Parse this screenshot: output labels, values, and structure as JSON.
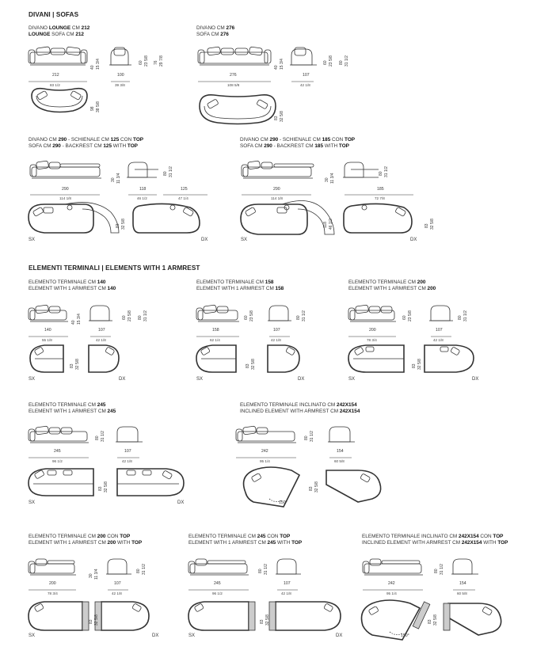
{
  "sections": {
    "sofas": "DIVANI | SOFAS",
    "one_arm": "ELEMENTI TERMINALI | ELEMENTS WITH 1 ARMREST"
  },
  "blocks": {
    "b1": {
      "l1a": "DIVANO ",
      "l1b": "LOUNGE",
      "l1c": " CM ",
      "l1d": "212",
      "l2a": "LOUNGE",
      "l2b": " SOFA CM ",
      "l2c": "212"
    },
    "b2": {
      "l1a": "DIVANO CM ",
      "l1b": "276",
      "l2a": "SOFA CM ",
      "l2b": "276"
    },
    "b3": {
      "l1a": "DIVANO CM ",
      "l1b": "290",
      "l1c": " - SCHIENALE CM ",
      "l1d": "125",
      "l1e": " CON ",
      "l1f": "TOP",
      "l2a": "SOFA CM ",
      "l2b": "290",
      "l2c": " - BACKREST CM ",
      "l2d": "125",
      "l2e": " WITH ",
      "l2f": "TOP"
    },
    "b4": {
      "l1a": "DIVANO CM ",
      "l1b": "290",
      "l1c": " - SCHIENALE CM ",
      "l1d": "185",
      "l1e": " CON ",
      "l1f": "TOP",
      "l2a": "SOFA CM ",
      "l2b": "290",
      "l2c": " - BACKREST CM ",
      "l2d": "185",
      "l2e": " WITH ",
      "l2f": "TOP"
    },
    "b5": {
      "l1a": "ELEMENTO TERMINALE CM ",
      "l1b": "140",
      "l2a": "ELEMENT WITH 1 ARMREST CM ",
      "l2b": "140"
    },
    "b6": {
      "l1a": "ELEMENTO TERMINALE CM ",
      "l1b": "158",
      "l2a": "ELEMENT WITH 1 ARMREST CM ",
      "l2b": "158"
    },
    "b7": {
      "l1a": "ELEMENTO TERMINALE CM ",
      "l1b": "200",
      "l2a": "ELEMENT WITH 1 ARMREST CM ",
      "l2b": "200"
    },
    "b8": {
      "l1a": "ELEMENTO TERMINALE CM ",
      "l1b": "245",
      "l2a": "ELEMENT WITH 1 ARMREST CM ",
      "l2b": "245"
    },
    "b9": {
      "l1a": "ELEMENTO TERMINALE INCLINATO CM ",
      "l1b": "242X154",
      "l2a": "INCLINED ELEMENT WITH ARMREST CM ",
      "l2b": "242X154"
    },
    "b10": {
      "l1a": "ELEMENTO TERMINALE CM ",
      "l1b": "200",
      "l1c": " CON ",
      "l1d": "TOP",
      "l2a": "ELEMENT WITH 1 ARMREST CM ",
      "l2b": "200",
      "l2c": " WITH ",
      "l2d": "TOP"
    },
    "b11": {
      "l1a": "ELEMENTO TERMINALE CM ",
      "l1b": "245",
      "l1c": " CON ",
      "l1d": "TOP",
      "l2a": "ELEMENT WITH 1 ARMREST CM ",
      "l2b": "245",
      "l2c": " WITH ",
      "l2d": "TOP"
    },
    "b12": {
      "l1a": "ELEMENTO TERMINALE INCLINATO CM ",
      "l1b": "242X154",
      "l1c": " CON ",
      "l1d": "TOP",
      "l2a": "INCLINED ELEMENT WITH ARMREST CM ",
      "l2b": "242X154",
      "l2c": " WITH ",
      "l2d": "TOP"
    }
  },
  "dims": {
    "b1": {
      "w": "212",
      "wi": "83 1/2",
      "d": "100",
      "di": "39 3/8",
      "h1": "40",
      "h1i": "15 3/4",
      "h2": "60",
      "h2i": "23 5/8",
      "h3": "76",
      "h3i": "29 7/8",
      "pd": "98",
      "pdi": "38 5/8"
    },
    "b2": {
      "w": "276",
      "wi": "108 5/8",
      "d": "107",
      "di": "42 1/8",
      "h1": "40",
      "h1i": "15 3/4",
      "h2": "60",
      "h2i": "23 5/8",
      "h3": "80",
      "h3i": "31 1/2",
      "pd": "83",
      "pdi": "32 5/8"
    },
    "b3": {
      "w": "290",
      "wi": "114 1/8",
      "d": "118",
      "di": "46 1/2",
      "d2": "125",
      "d2i": "47 1/4",
      "h1": "30",
      "h1i": "11 3/4",
      "h2": "80",
      "h2i": "31 1/2",
      "pd": "83",
      "pdi": "32 5/8"
    },
    "b4": {
      "w": "290",
      "wi": "114 1/8",
      "d": "185",
      "di": "72 7/8",
      "h1": "30",
      "h1i": "11 3/4",
      "h2": "80",
      "h2i": "31 1/2",
      "pd": "118",
      "pdi": "46 1/2",
      "pd2": "83",
      "pd2i": "32 5/8"
    },
    "b5": {
      "w": "140",
      "wi": "55 1/8",
      "d": "107",
      "di": "42 1/8",
      "h1": "40",
      "h1i": "15 3/4",
      "h2": "60",
      "h2i": "23 5/8",
      "h3": "80",
      "h3i": "31 1/2",
      "pd": "83",
      "pdi": "32 5/8"
    },
    "b6": {
      "w": "158",
      "wi": "62 1/4",
      "d": "107",
      "di": "42 1/8",
      "h2": "60",
      "h2i": "23 5/8",
      "h3": "80",
      "h3i": "31 1/2",
      "pd": "83",
      "pdi": "32 5/8"
    },
    "b7": {
      "w": "200",
      "wi": "78 3/4",
      "d": "107",
      "di": "42 1/8",
      "h2": "60",
      "h2i": "23 5/8",
      "h3": "80",
      "h3i": "31 1/2",
      "pd": "83",
      "pdi": "32 5/8"
    },
    "b8": {
      "w": "245",
      "wi": "96 1/2",
      "d": "107",
      "di": "42 1/8",
      "h3": "80",
      "h3i": "31 1/2",
      "pd": "83",
      "pdi": "32 5/8"
    },
    "b9": {
      "w": "242",
      "wi": "95 1/4",
      "d": "154",
      "di": "60 5/8",
      "h3": "80",
      "h3i": "31 1/2",
      "pd": "83",
      "pdi": "32 5/8",
      "ang": "150°"
    },
    "b10": {
      "w": "200",
      "wi": "78 3/4",
      "d": "107",
      "di": "42 1/8",
      "h1": "30",
      "h1i": "11 3/4",
      "h3": "80",
      "h3i": "31 1/2",
      "pd": "83",
      "pdi": "32 5/8"
    },
    "b11": {
      "w": "245",
      "wi": "96 1/2",
      "d": "107",
      "di": "42 1/8",
      "h3": "80",
      "h3i": "31 1/2",
      "pd": "83",
      "pdi": "32 5/8"
    },
    "b12": {
      "w": "242",
      "wi": "95 1/4",
      "d": "154",
      "di": "60 5/8",
      "h3": "80",
      "h3i": "31 1/2",
      "pd": "83",
      "pdi": "32 5/8",
      "ang": "150°"
    }
  },
  "sides": {
    "sx": "SX",
    "dx": "DX"
  }
}
